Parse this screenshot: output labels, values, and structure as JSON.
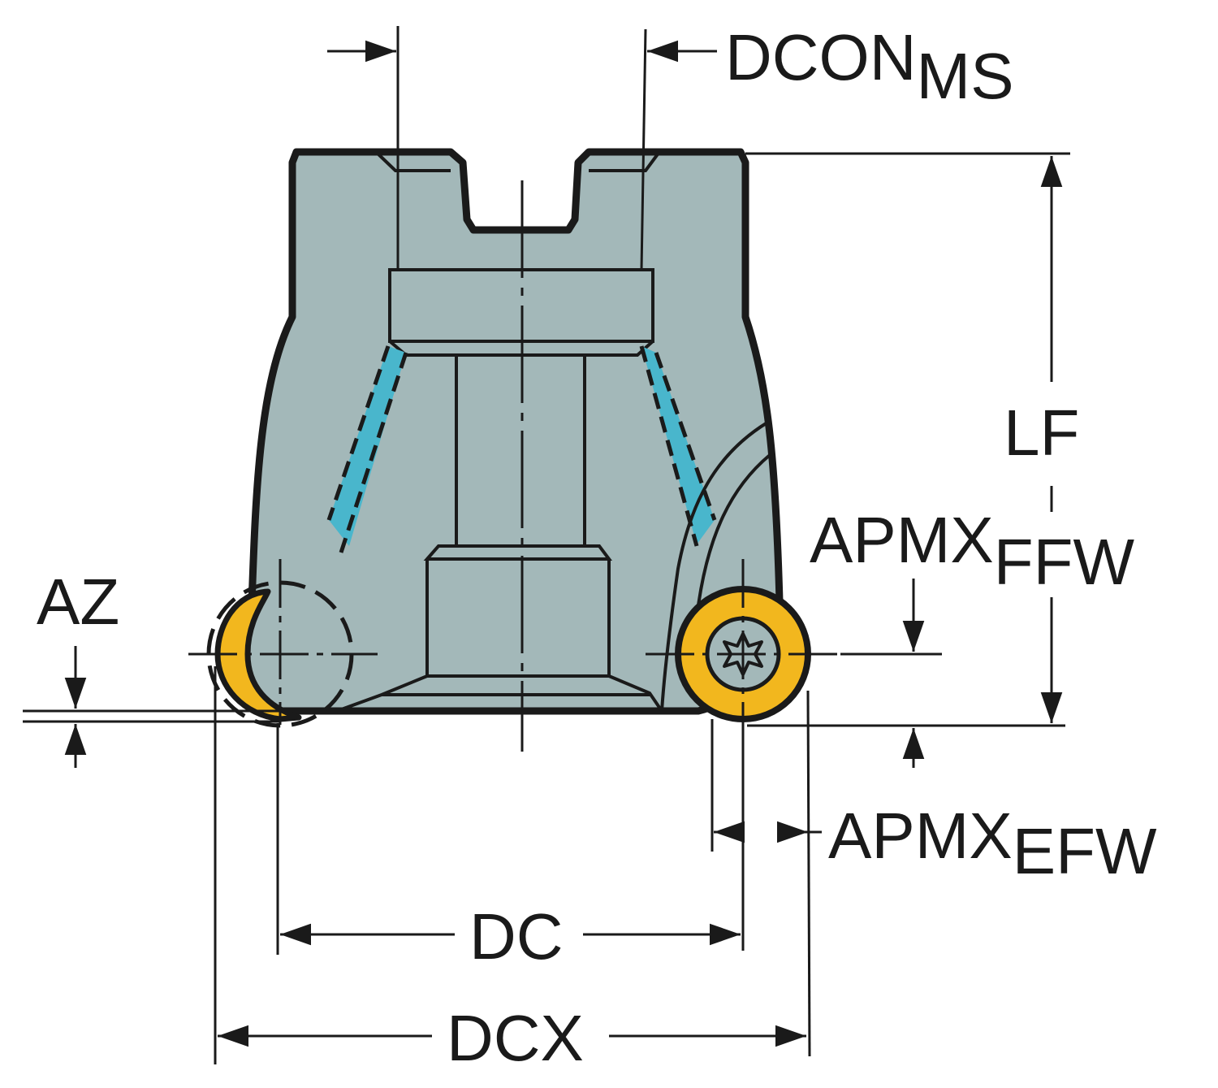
{
  "colors": {
    "body": "#a3b8b9",
    "insert": "#f2b71e",
    "coolant": "#49b6cc",
    "line": "#1a1a1a",
    "background": "#ffffff"
  },
  "labels": {
    "dcon": {
      "main": "DCON",
      "sub": "MS"
    },
    "lf": "LF",
    "apmx_ffw": {
      "main": "APMX",
      "sub": "FFW"
    },
    "az": "AZ",
    "apmx_efw": {
      "main": "APMX",
      "sub": "EFW"
    },
    "dc": "DC",
    "dcx": "DCX"
  },
  "icons": {
    "screw": "torx-screw-icon"
  }
}
